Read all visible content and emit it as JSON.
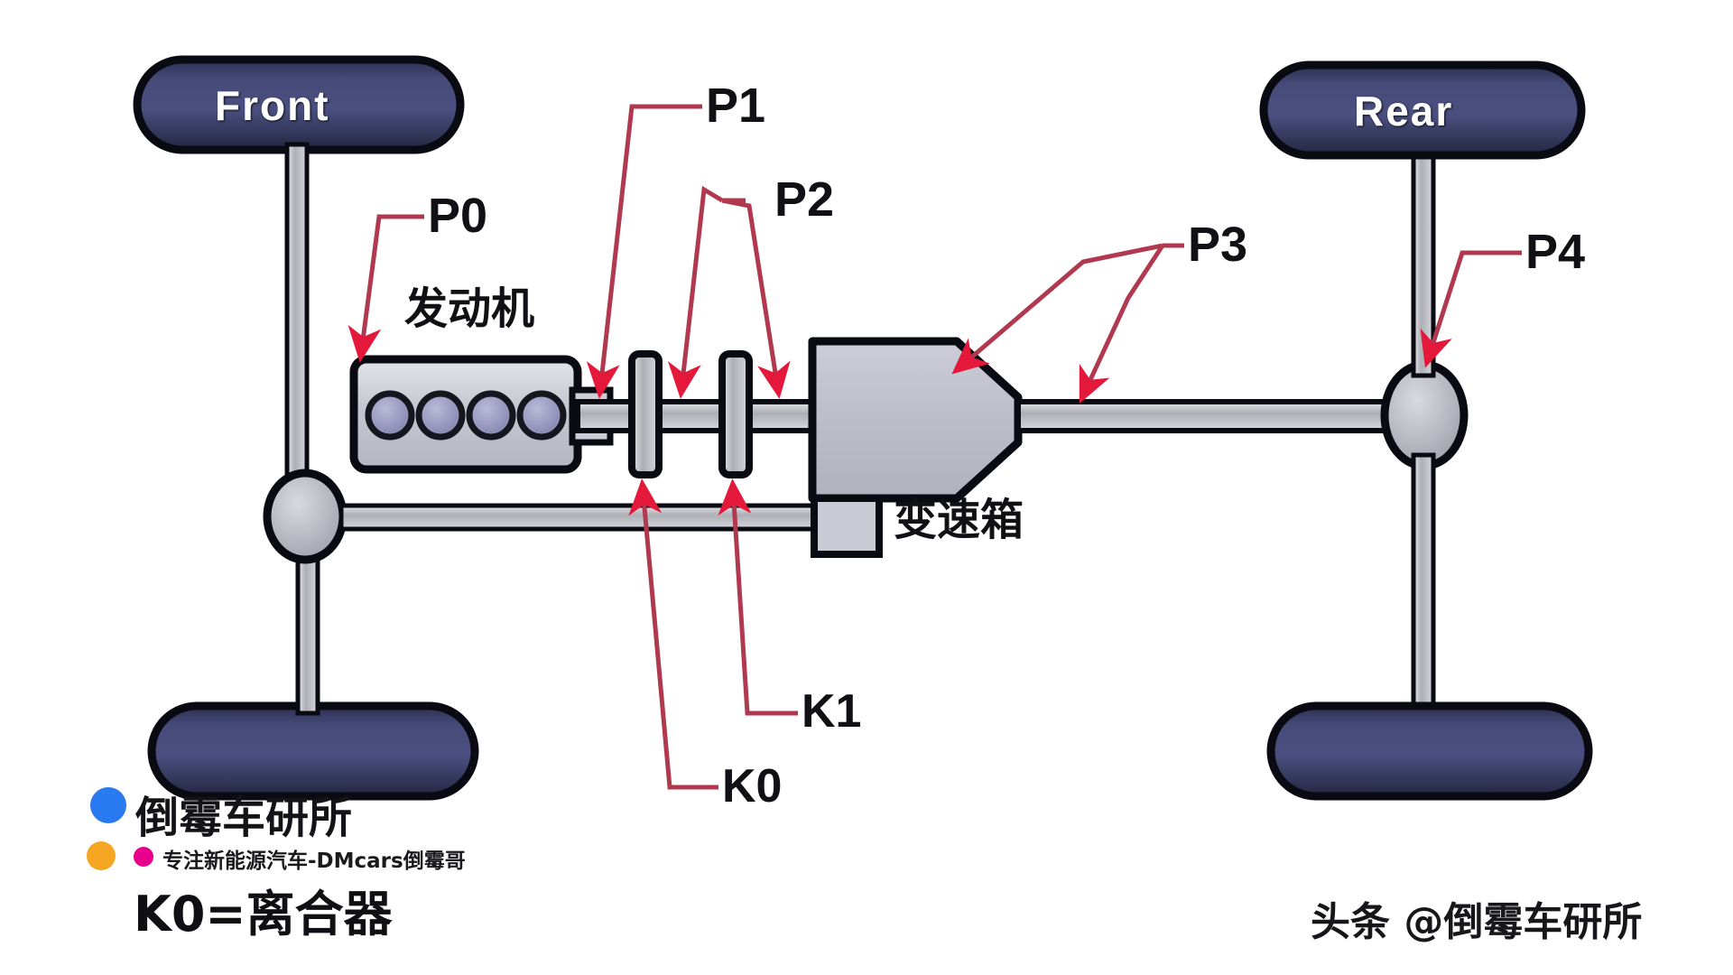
{
  "diagram": {
    "title_caption": "K0=离合器",
    "axle_labels": {
      "front": "Front",
      "rear": "Rear"
    },
    "components": {
      "engine": "发动机",
      "transmission": "变速箱"
    },
    "motor_positions": [
      {
        "id": "P0",
        "label": "P0"
      },
      {
        "id": "P1",
        "label": "P1"
      },
      {
        "id": "P2",
        "label": "P2"
      },
      {
        "id": "P3",
        "label": "P3"
      },
      {
        "id": "P4",
        "label": "P4"
      }
    ],
    "clutches": [
      {
        "id": "K0",
        "label": "K0"
      },
      {
        "id": "K1",
        "label": "K1"
      }
    ],
    "colors": {
      "wheel_fill": "#3f4470",
      "wheel_stroke": "#0a0a12",
      "engine_fill": "#c9c9d2",
      "transmission_fill": "#bfbfcb",
      "shaft_fill": "#b9b9c0",
      "leader_line": "#b03a52",
      "arrow_head": "#e01030",
      "text": "#101014",
      "background": "#ffffff"
    }
  },
  "watermark": {
    "brand": "倒霉车研所",
    "tagline": "专注新能源汽车-DMcars倒霉哥",
    "dot_colors": {
      "blue": "#2979f0",
      "orange": "#f5a623",
      "magenta": "#e8008c"
    }
  },
  "credit": {
    "text": "头条 @倒霉车研所"
  }
}
